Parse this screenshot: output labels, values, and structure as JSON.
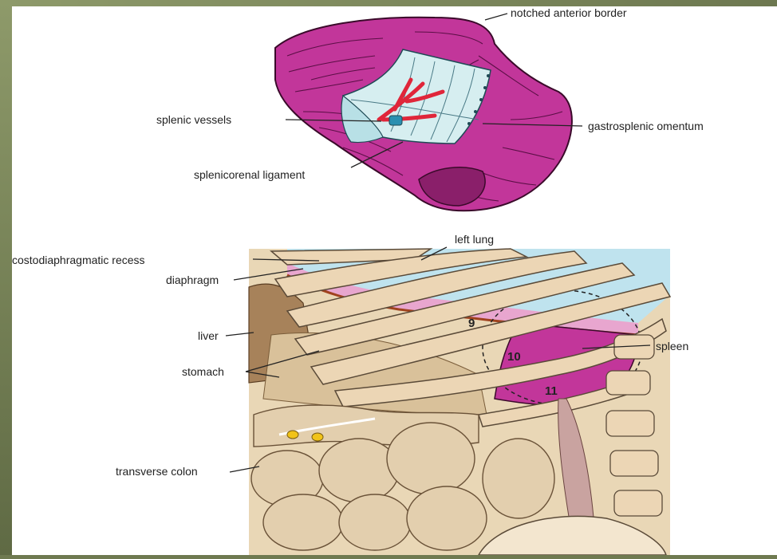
{
  "labels": {
    "notched_anterior_border": "notched anterior border",
    "splenic_vessels": "splenic vessels",
    "gastrosplenic_omentum": "gastrosplenic omentum",
    "splenicorenal_ligament": "splenicorenal ligament",
    "left_lung": "left lung",
    "costodiaphragmatic_recess": "costodiaphragmatic recess",
    "diaphragm": "diaphragm",
    "liver": "liver",
    "stomach": "stomach",
    "spleen": "spleen",
    "transverse_colon": "transverse colon"
  },
  "rib_numbers": {
    "rib9": "9",
    "rib10": "10",
    "rib11": "11"
  },
  "colors": {
    "spleen": "#c2369a",
    "lung": "#bfe3ee",
    "rib": "#ecd6b5",
    "liver": "#a7825a",
    "intestine": "#e3cfae",
    "vessel": "#e0263a",
    "omentum": "#d6eef0",
    "frame": "#6f7a50"
  }
}
